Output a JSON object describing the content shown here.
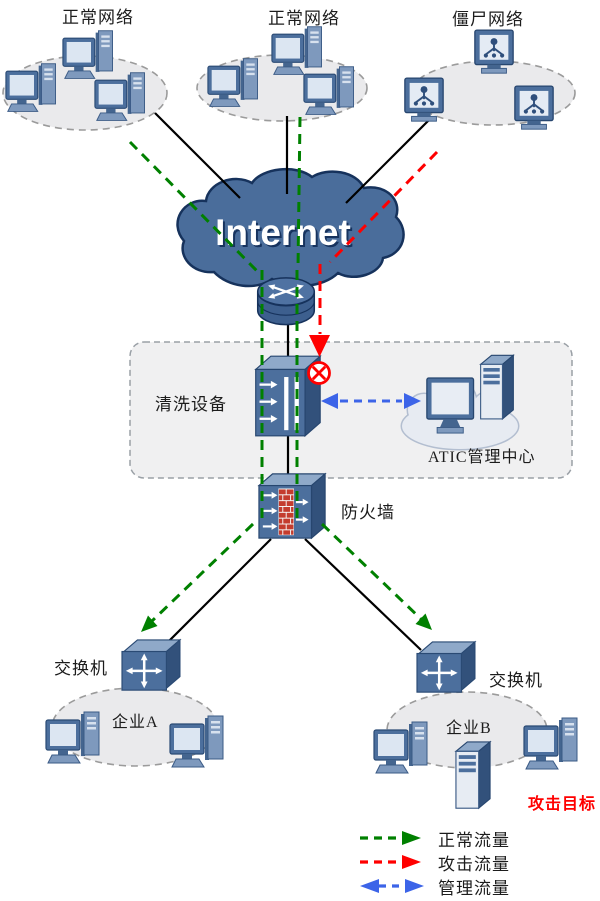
{
  "labels": {
    "cloud_normal_1": "正常网络",
    "cloud_normal_2": "正常网络",
    "cloud_botnet": "僵尸网络",
    "internet": "Internet",
    "cleaning_device": "清洗设备",
    "atic_center": "ATIC管理中心",
    "firewall": "防火墙",
    "switch_a": "交换机",
    "switch_b": "交换机",
    "enterprise_a": "企业A",
    "enterprise_b": "企业B",
    "attack_target": "攻击目标"
  },
  "legend": {
    "items": [
      {
        "label": "正常流量",
        "color": "#008000",
        "style": "dashed-arrow-right"
      },
      {
        "label": "攻击流量",
        "color": "#ff0000",
        "style": "dashed-arrow-right"
      },
      {
        "label": "管理流量",
        "color": "#3c64e8",
        "style": "dashed-arrow-both"
      }
    ]
  },
  "colors": {
    "normal_traffic": "#008000",
    "attack_traffic": "#ff0000",
    "management_traffic": "#3c64e8",
    "internet_cloud": "#4a6d9b",
    "device_blue": "#4c6f9d",
    "site_cloud": "#eaeaec",
    "panel_fill": "#f0f0f1"
  }
}
